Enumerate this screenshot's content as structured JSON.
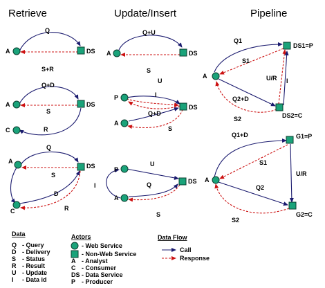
{
  "columns": {
    "retrieve": "Retrieve",
    "update_insert": "Update/Insert",
    "pipeline": "Pipeline"
  },
  "node_labels": {
    "A": "A",
    "C": "C",
    "P": "P",
    "DS": "DS",
    "DS1": "DS1=P",
    "DS2": "DS2=C",
    "G1": "G1=P",
    "G2": "G2=C"
  },
  "edge_labels": {
    "Q": "Q",
    "QU": "Q+U",
    "SR": "S+R",
    "QD": "Q+D",
    "S": "S",
    "R": "R",
    "U": "U",
    "I": "I",
    "D": "D",
    "Q1": "Q1",
    "S1": "S1",
    "Q2D": "Q2+D",
    "UR": "U/R",
    "S2": "S2",
    "Q1D": "Q1+D",
    "Q2": "Q2"
  },
  "legend": {
    "data": {
      "heading": "Data",
      "items": [
        {
          "code": "Q",
          "desc": "- Query"
        },
        {
          "code": "D",
          "desc": "- Delivery"
        },
        {
          "code": "S",
          "desc": "- Status"
        },
        {
          "code": "R",
          "desc": "- Result"
        },
        {
          "code": "U",
          "desc": "- Update"
        },
        {
          "code": "I",
          "desc": "- Data id"
        }
      ]
    },
    "actors": {
      "heading": "Actors",
      "items": [
        {
          "code": "",
          "desc": "- Web Service"
        },
        {
          "code": "",
          "desc": "- Non-Web Service"
        },
        {
          "code": "A",
          "desc": "- Analyst"
        },
        {
          "code": "C",
          "desc": "- Consumer"
        },
        {
          "code": "DS",
          "desc": "- Data Service"
        },
        {
          "code": "P",
          "desc": "- Producer"
        }
      ]
    },
    "flow": {
      "heading": "Data Flow",
      "call": "Call",
      "response": "Response"
    }
  },
  "colors": {
    "call": "#1a1a6e",
    "response": "#cc1111",
    "node": "#1aa37a"
  }
}
